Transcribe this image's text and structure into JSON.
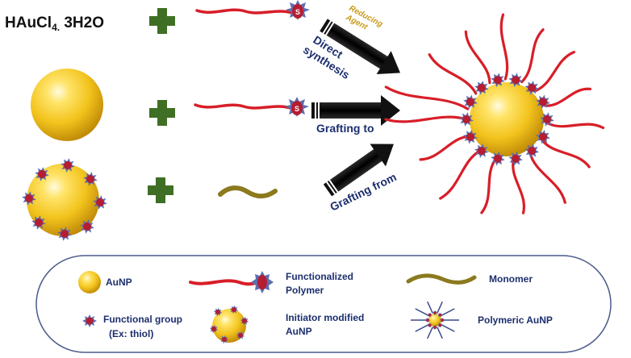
{
  "precursor": {
    "formula_main": "HAuCl",
    "formula_sub": "4.",
    "formula_tail": " 3H2O"
  },
  "reagent": {
    "line1": "Reducing",
    "line2": "Agent"
  },
  "routes": [
    {
      "line1": "Direct",
      "line2": "synthesis"
    },
    {
      "line1": "Grafting to"
    },
    {
      "line1": "Grafting from"
    }
  ],
  "thiol_symbol": "S",
  "legend": {
    "items": [
      {
        "line1": "AuNP"
      },
      {
        "line1": "Functionalized",
        "line2": "Polymer"
      },
      {
        "line1": "Monomer"
      },
      {
        "line1": "Functional group",
        "line2": "(Ex: thiol)"
      },
      {
        "line1": "Initiator modified",
        "line2": "AuNP"
      },
      {
        "line1": "Polymeric AuNP"
      }
    ]
  },
  "colors": {
    "gold": "#f2c31c",
    "polymer_red": "#d81e28",
    "functional_group": "#b51d32",
    "monomer_olive": "#8b7a1e",
    "plus_green": "#3f6f24",
    "arrow_black": "#111111",
    "label_navy": "#1c2f6e",
    "reagent_gold": "#c89a1a",
    "legend_border": "#4a5a8a"
  }
}
